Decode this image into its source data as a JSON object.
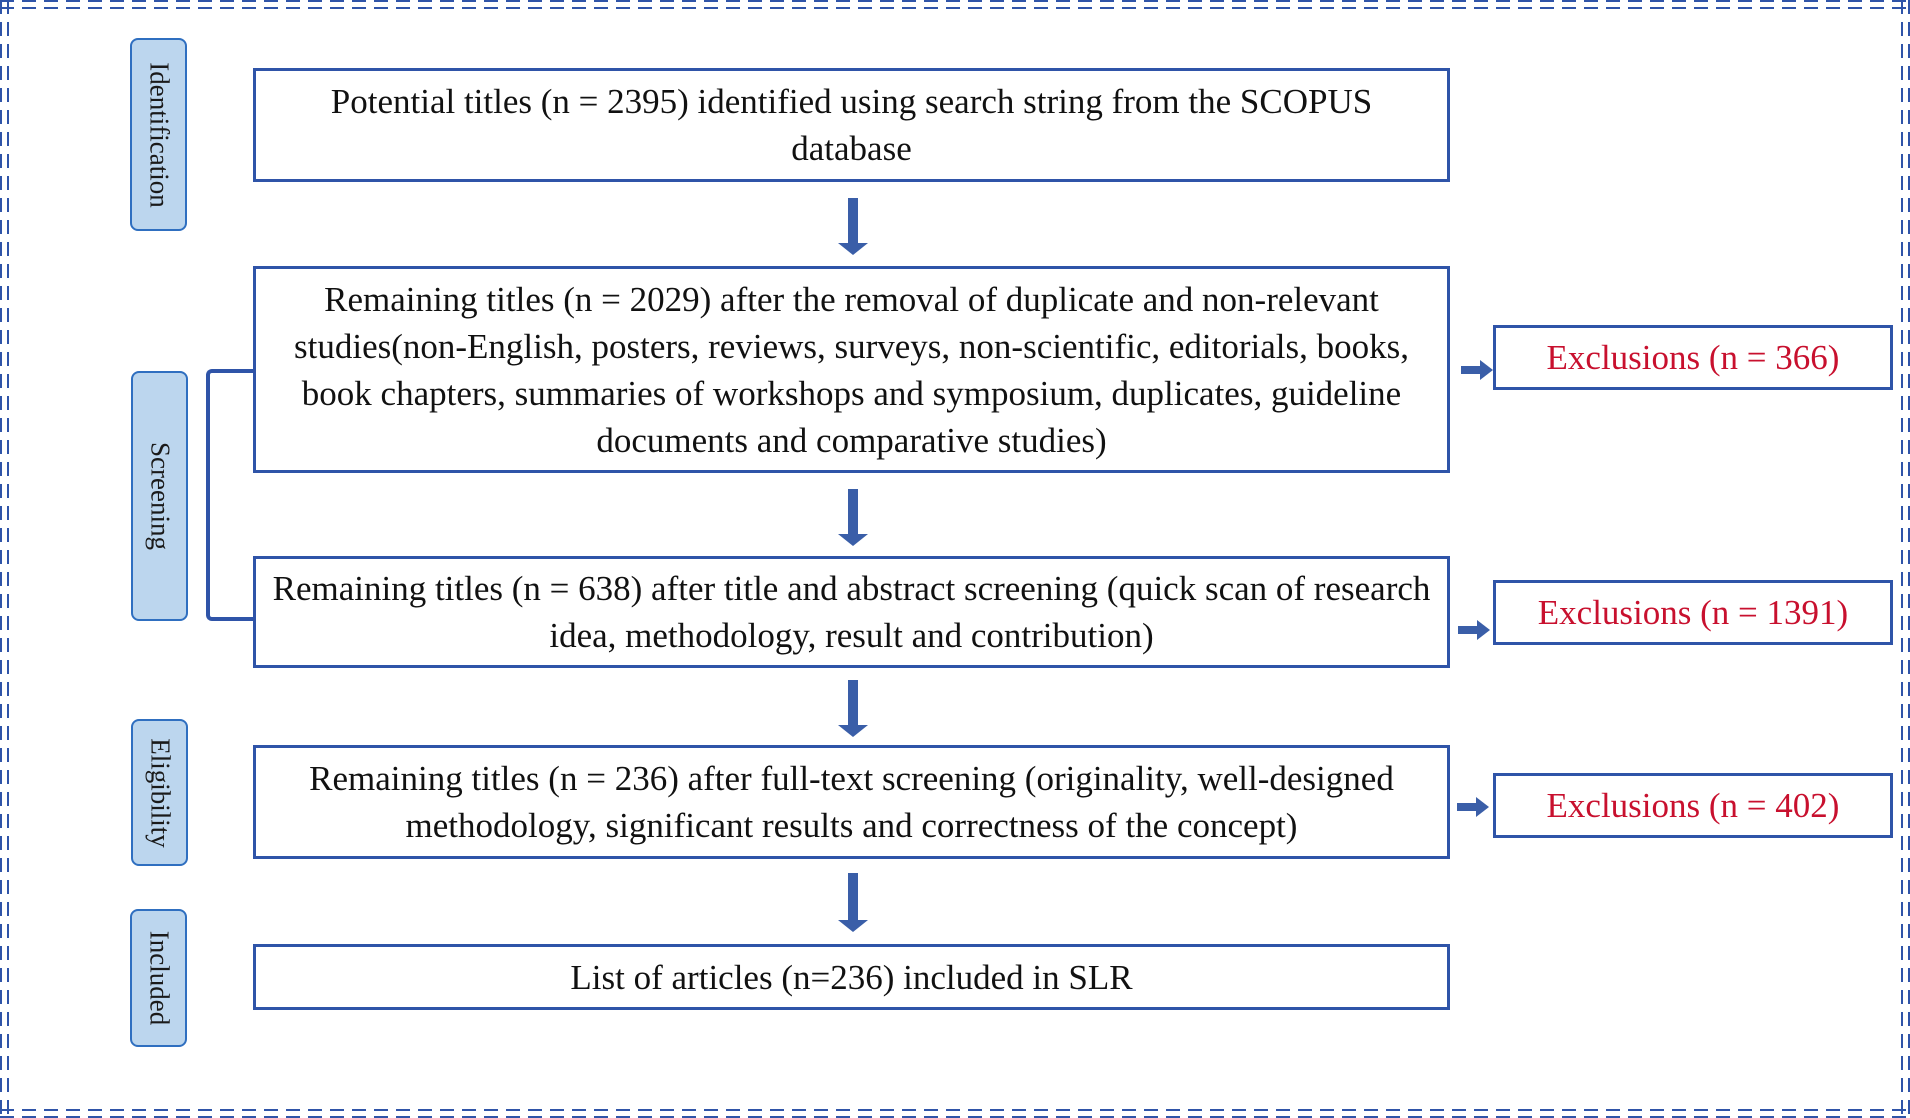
{
  "stages": {
    "identification": "Identification",
    "screening": "Screening",
    "eligibility": "Eligibility",
    "included": "Included"
  },
  "boxes": {
    "identification": "Potential titles (n = 2395) identified using search string from the SCOPUS database",
    "duplicates_removed": "Remaining titles (n = 2029) after the removal of duplicate and non-relevant studies(non-English, posters, reviews, surveys, non-scientific, editorials, books, book chapters, summaries of workshops and symposium, duplicates, guideline documents and comparative studies)",
    "abstract_screening": "Remaining titles (n = 638) after title and abstract screening (quick scan of research idea, methodology, result and contribution)",
    "fulltext_screening": "Remaining titles (n = 236) after full-text screening (originality, well-designed methodology, significant results and correctness of the concept)",
    "included": "List of articles (n=236) included in SLR"
  },
  "exclusions": {
    "first": "Exclusions (n = 366)",
    "second": "Exclusions (n = 1391)",
    "third": "Exclusions (n = 402)"
  },
  "colors": {
    "border": "#2f54a8",
    "stage_fill": "#bcd6ee",
    "exclusion_text": "#c8102e"
  }
}
